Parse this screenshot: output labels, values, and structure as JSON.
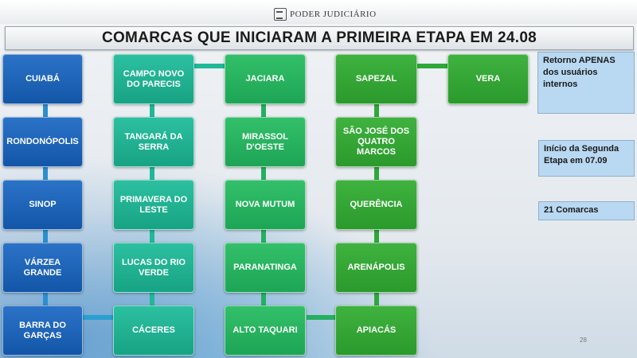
{
  "header": {
    "logo_text": "PODER JUDICIÁRIO",
    "title": "COMARCAS QUE INICIARAM A PRIMEIRA ETAPA EM 24.08"
  },
  "columns": [
    {
      "items": [
        "CUIABÁ",
        "RONDONÓPOLIS",
        "SINOP",
        "VÁRZEA GRANDE",
        "BARRA DO GARÇAS"
      ]
    },
    {
      "items": [
        "CAMPO NOVO DO PARECIS",
        "TANGARÁ DA SERRA",
        "PRIMAVERA DO LESTE",
        "LUCAS DO RIO VERDE",
        "CÁCERES"
      ]
    },
    {
      "items": [
        "JACIARA",
        "MIRASSOL D'OESTE",
        "NOVA MUTUM",
        "PARANATINGA",
        "ALTO TAQUARI"
      ]
    },
    {
      "items": [
        "SAPEZAL",
        "SÃO JOSÉ DOS QUATRO MARCOS",
        "QUERÊNCIA",
        "ARENÁPOLIS",
        "APIACÁS"
      ]
    },
    {
      "items": [
        "VERA"
      ]
    }
  ],
  "side_notes": {
    "retorno": "Retorno APENAS dos usuários internos",
    "segunda_etapa": "Início da Segunda Etapa em 07.09",
    "total": "21 Comarcas"
  },
  "page_number": "28",
  "colors": {
    "blue": "#1356a8",
    "teal": "#17a384",
    "green": "#1da555",
    "lime": "#2a9a2c",
    "note_bg": "#b9d8f2"
  }
}
